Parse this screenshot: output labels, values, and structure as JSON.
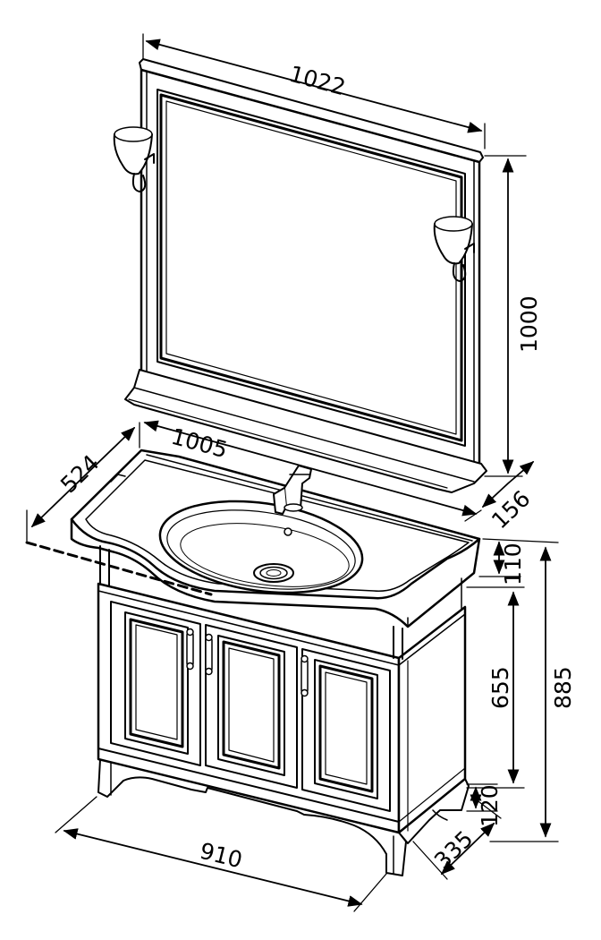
{
  "dimensions": {
    "mirror_width": "1022",
    "mirror_height": "1000",
    "basin_width": "1005",
    "basin_depth": "524",
    "shelf_depth": "156",
    "basin_height": "110",
    "cabinet_body_height": "655",
    "total_height": "885",
    "legs_height": "120",
    "cabinet_depth": "335",
    "cabinet_width": "910"
  },
  "colors": {
    "line": "#000000",
    "background": "#ffffff",
    "dashed_line": "#000000"
  },
  "icons": [
    "wall-lamp-icon",
    "faucet-icon",
    "drain-icon",
    "door-handle-icon"
  ]
}
